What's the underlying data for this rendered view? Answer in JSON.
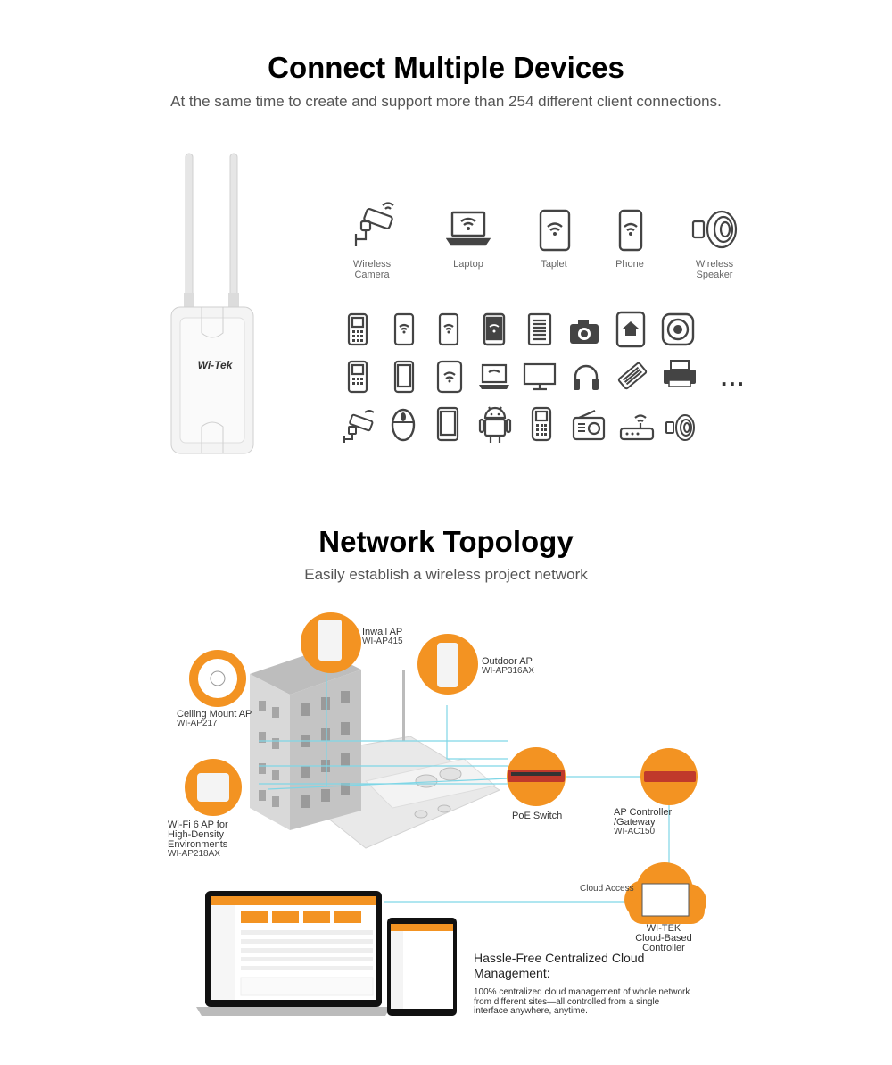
{
  "section1": {
    "title": "Connect Multiple Devices",
    "subtitle": "At the same time to create and support more than 254 different client connections."
  },
  "product": {
    "brand": "Wi-Tek"
  },
  "featured_devices": [
    {
      "label": "Wireless\nCamera",
      "icon": "camera-icon"
    },
    {
      "label": "Laptop",
      "icon": "laptop-icon"
    },
    {
      "label": "Taplet",
      "icon": "tablet-icon"
    },
    {
      "label": "Phone",
      "icon": "phone-icon"
    },
    {
      "label": "Wireless\nSpeaker",
      "icon": "speaker-icon"
    }
  ],
  "more_indicator": "...",
  "section2": {
    "title": "Network Topology",
    "subtitle": "Easily establish a wireless project network"
  },
  "topology": {
    "inwall_ap": {
      "name": "Inwall AP",
      "model": "WI-AP415"
    },
    "outdoor_ap": {
      "name": "Outdoor AP",
      "model": "WI-AP316AX"
    },
    "ceiling_ap": {
      "name": "Ceiling Mount AP",
      "model": "WI-AP217"
    },
    "wifi6_ap": {
      "name1": "Wi-Fi 6 AP for",
      "name2": "High-Density",
      "name3": "Environments",
      "model": "WI-AP218AX"
    },
    "poe_switch": {
      "name": "PoE Switch"
    },
    "ap_controller": {
      "name1": "AP Controller",
      "name2": "/Gateway",
      "model": "WI-AC150"
    },
    "cloud_access": "Cloud Access",
    "cloud_controller": {
      "name1": "WI-TEK",
      "name2": "Cloud-Based Controller"
    }
  },
  "cloud_management": {
    "title1": "Hassle-Free Centralized Cloud",
    "title2": "Management:",
    "desc1": "100% centralized cloud management of whole network",
    "desc2": "from different sites—all controlled from a single",
    "desc3": "interface anywhere, anytime."
  },
  "colors": {
    "accent": "#f39322",
    "line": "#7fd6e6",
    "icon": "#444444"
  }
}
